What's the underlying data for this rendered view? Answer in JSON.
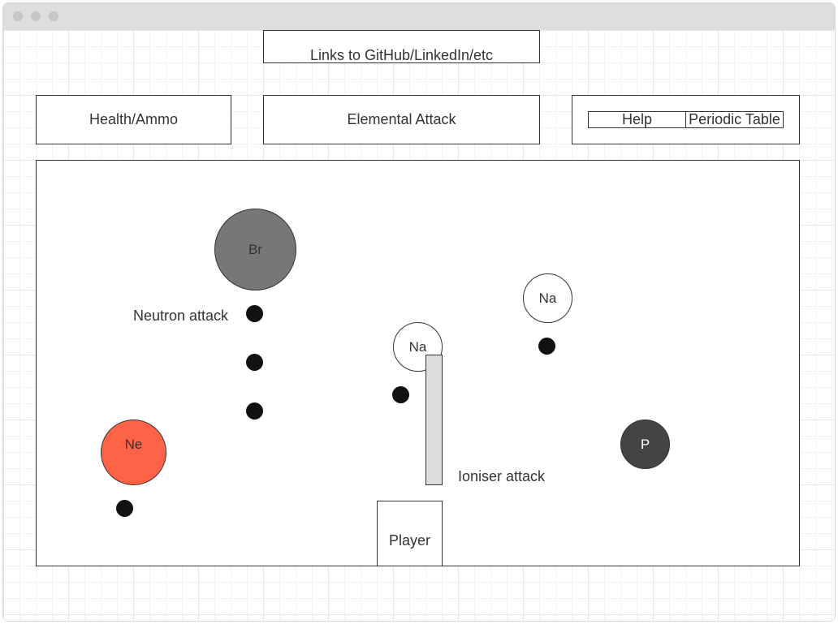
{
  "top_link": {
    "label": "Links to GitHub/LinkedIn/etc"
  },
  "panels": {
    "health_ammo": "Health/Ammo",
    "elemental_attack": "Elemental Attack",
    "help": "Help",
    "periodic_table": "Periodic Table"
  },
  "game": {
    "enemies": {
      "br": "Br",
      "na_1": "Na",
      "na_2": "Na",
      "ne": "Ne",
      "p": "P"
    },
    "labels": {
      "neutron_attack": "Neutron attack",
      "ioniser_attack": "Ioniser attack",
      "player": "Player"
    }
  },
  "colors": {
    "br": "#777777",
    "ne": "#ff6347",
    "p": "#444444",
    "bullet": "#111111",
    "ioniser_beam": "#dddddd"
  }
}
